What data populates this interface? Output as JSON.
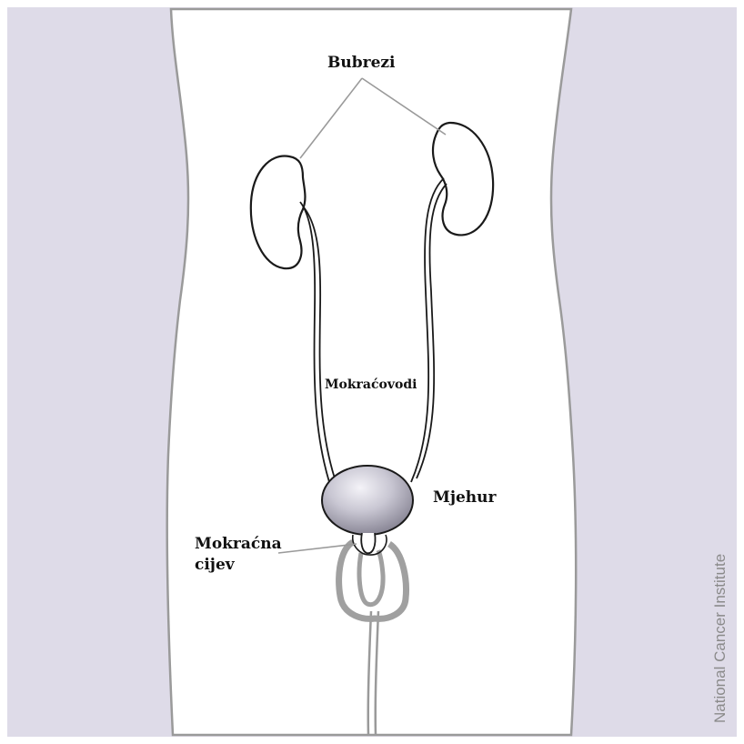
{
  "labels": {
    "kidneys": "Bubrezi",
    "ureters": "Mokraćovodi",
    "bladder": "Mjehur",
    "urethra_line1": "Mokraćna",
    "urethra_line2": "cijev"
  },
  "credit": "National Cancer Institute",
  "colors": {
    "background_side": "#dedbe8",
    "body_fill": "#ffffff",
    "body_outline": "#9a9a9a",
    "organ_outline": "#1a1a1a",
    "bladder_fill_light": "#f4f3f8",
    "bladder_fill_dark": "#7d7a8a",
    "leader_line": "#9a9a9a",
    "label_text": "#111111",
    "credit_text": "#8a8a8a"
  }
}
